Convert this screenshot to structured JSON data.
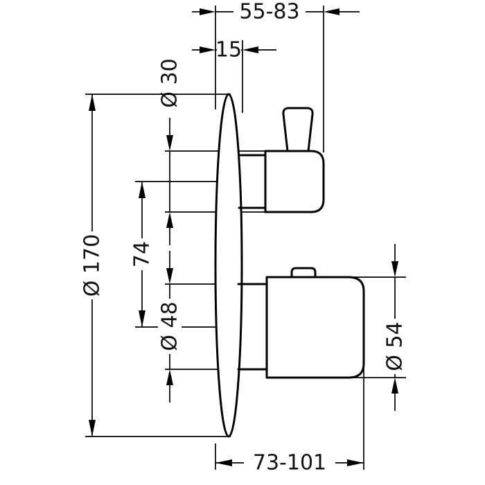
{
  "colors": {
    "ink": "#000000",
    "background": "#ffffff"
  },
  "dims": {
    "depth_to_shutoff_handle": "55-83",
    "plate_thickness": "15",
    "shutoff_handle_diameter": "Ø 30",
    "escutcheon_diameter": "Ø 170",
    "handle_center_distance": "74",
    "thermostat_sleeve_diameter": "Ø 48",
    "thermostat_handle_diameter": "Ø 54",
    "depth_to_thermostat_handle": "73-101"
  }
}
